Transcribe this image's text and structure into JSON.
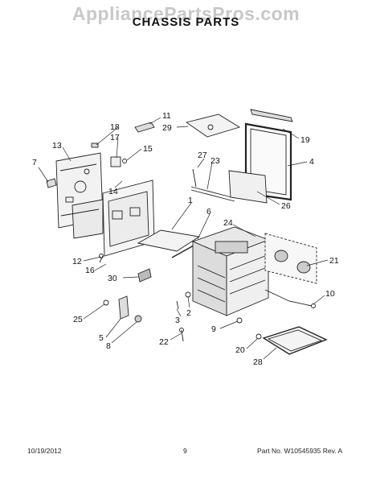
{
  "watermark": "AppliancePartsPros.com",
  "title": "CHASSIS PARTS",
  "callouts": [
    "11",
    "18",
    "29",
    "17",
    "19",
    "13",
    "15",
    "7",
    "27",
    "23",
    "4",
    "14",
    "26",
    "1",
    "6",
    "24",
    "12",
    "16",
    "21",
    "30",
    "10",
    "25",
    "2",
    "3",
    "9",
    "5",
    "8",
    "22",
    "20",
    "28"
  ],
  "footer": {
    "date": "10/19/2012",
    "page": "9",
    "part_no": "Part No. W10545935  Rev. A"
  }
}
